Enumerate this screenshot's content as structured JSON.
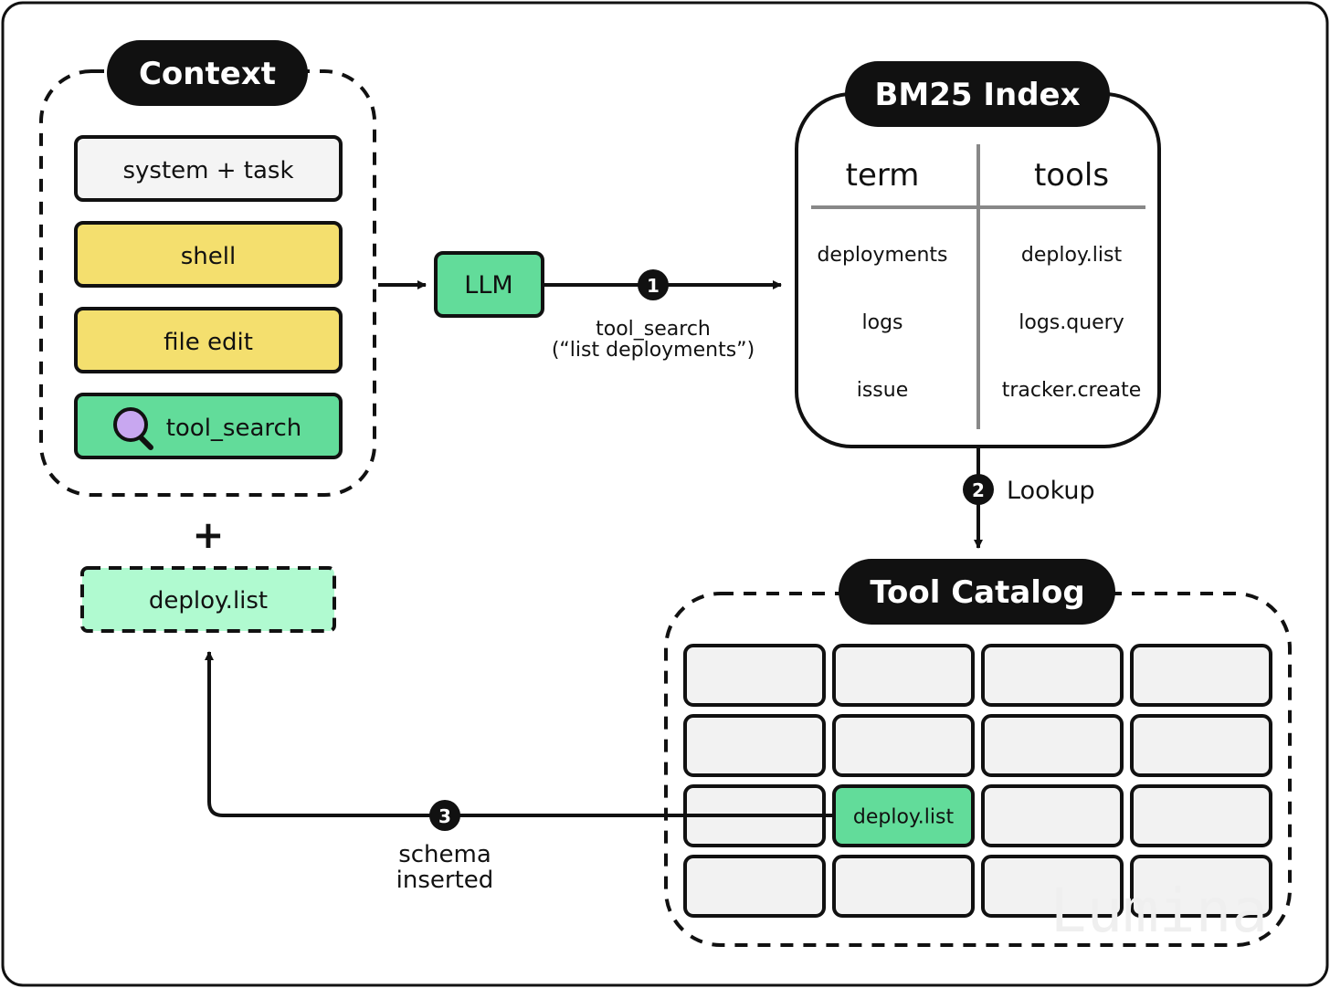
{
  "context": {
    "title": "Context",
    "items": [
      {
        "label": "system + task",
        "color": "#f4f4f4"
      },
      {
        "label": "shell",
        "color": "#f4df6e"
      },
      {
        "label": "file edit",
        "color": "#f4df6e"
      },
      {
        "label": "tool_search",
        "color": "#62dc9a",
        "icon": "search-icon"
      }
    ],
    "plus": "+",
    "inserted_tool": {
      "label": "deploy.list",
      "color": "#b0fad0"
    }
  },
  "llm": {
    "label": "LLM",
    "color": "#62dc9a"
  },
  "steps": {
    "step1": {
      "number": "1",
      "label_line1": "tool_search",
      "label_line2": "(“list deployments”)"
    },
    "step2": {
      "number": "2",
      "label": "Lookup"
    },
    "step3": {
      "number": "3",
      "label_line1": "schema",
      "label_line2": "inserted"
    }
  },
  "bm25": {
    "title": "BM25 Index",
    "headers": [
      "term",
      "tools"
    ],
    "rows": [
      [
        "deployments",
        "deploy.list"
      ],
      [
        "logs",
        "logs.query"
      ],
      [
        "issue",
        "tracker.create"
      ]
    ]
  },
  "catalog": {
    "title": "Tool Catalog",
    "highlighted_label": "deploy.list",
    "cell_color": "#f2f2f2",
    "highlight_color": "#62dc9a"
  },
  "watermark": "Lumina"
}
